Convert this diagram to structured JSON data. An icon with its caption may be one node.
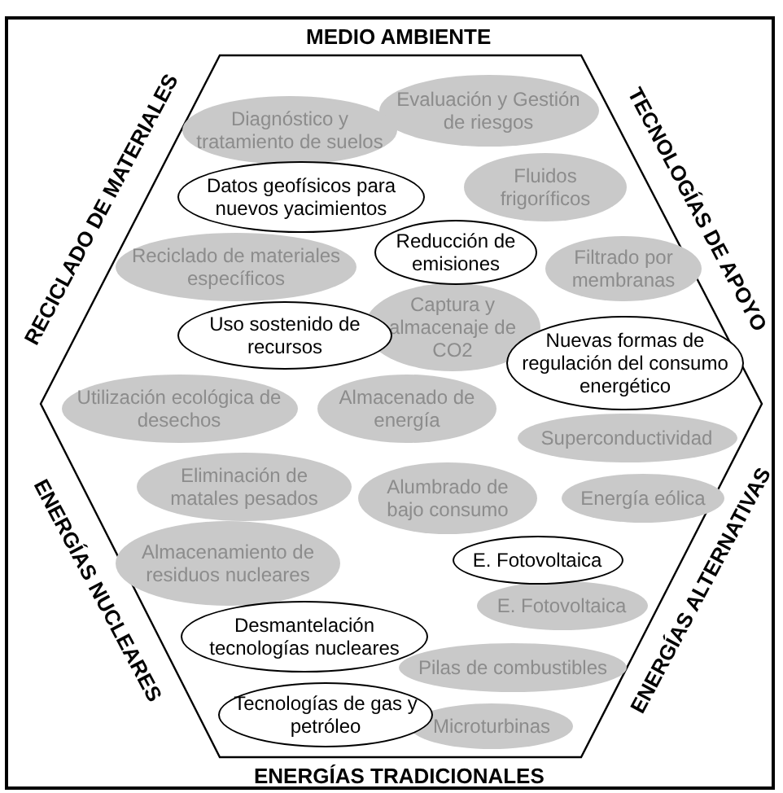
{
  "diagram": {
    "nodes": [
      {
        "text": [],
        "shape": "hexagon"
      },
      {
        "text": [
          "Evaluación y Gestión de riesgos"
        ],
        "in": 0
      },
      {
        "text": [
          "Diagnóstico y tratamiento de suelos"
        ],
        "in": 0
      },
      {
        "text": [
          "Datos geofísicos para nuevos yacimientos"
        ],
        "in": 0
      },
      {
        "text": [
          "Fluidos frigoríficos"
        ],
        "in": 0
      },
      {
        "text": [
          "Reciclado de materiales específicos"
        ],
        "in": 0
      },
      {
        "text": [
          "Reducción de emisiones"
        ],
        "in": 0
      },
      {
        "text": [
          "Captura y almacenaje de CO2"
        ],
        "in": 0
      },
      {
        "text": [
          "Filtrado por membranas"
        ],
        "in": 0
      },
      {
        "text": [
          "Uso sostenido de recursos"
        ],
        "in": 0
      },
      {
        "text": [
          "Nuevas formas de regulación del consumo energético"
        ],
        "in": 0
      },
      {
        "text": [
          "Utilización ecológica de desechos"
        ],
        "in": 0
      },
      {
        "text": [
          "Almacenado de energía"
        ],
        "in": 0
      },
      {
        "text": [
          "Superconductividad"
        ],
        "in": 0
      },
      {
        "text": [
          "Eliminación de matales pesados"
        ],
        "in": 0
      },
      {
        "text": [
          "Energía eólica"
        ],
        "in": 0
      },
      {
        "text": [
          "Alumbrado de bajo consumo"
        ],
        "in": 0
      },
      {
        "text": [
          "Almacenamiento de residuos nucleares"
        ],
        "in": 0
      },
      {
        "text": [
          "E. Fotovoltaica"
        ],
        "in": 0
      },
      {
        "text": [
          "E. Fotovoltaica"
        ],
        "in": 0
      },
      {
        "text": [
          "Desmantelación tecnologías nucleares"
        ],
        "in": 0
      },
      {
        "text": [
          "Pilas de combustibles"
        ],
        "in": 0
      },
      {
        "text": [
          "Tecnologías de gas y petróleo"
        ],
        "in": 0
      },
      {
        "text": [
          "Microturbinas"
        ],
        "in": 0
      }
    ],
    "edges": [],
    "labels": [
      "MEDIO AMBIENTE",
      "RECICLADO DE MATERIALES",
      "TECNOLOGÍAS DE APOYO",
      "ENERGÍAS NUCLEARES",
      "ENERGÍAS ALTERNATIVAS",
      "ENERGÍAS TRADICIONALES"
    ]
  }
}
